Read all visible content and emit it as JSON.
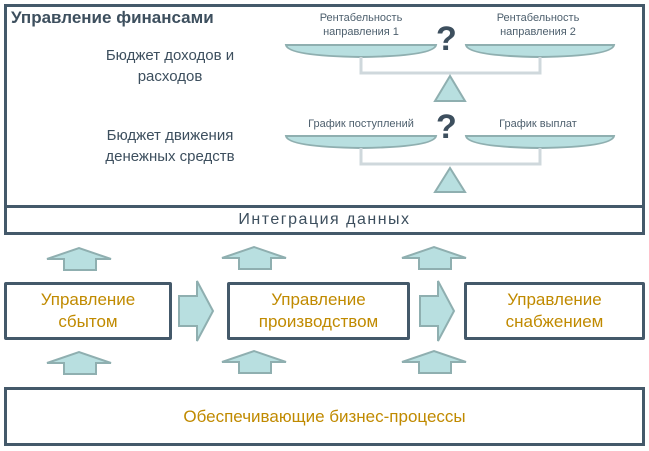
{
  "finance": {
    "title": "Управление финансами",
    "budgets": [
      {
        "line1": "Бюджет доходов и",
        "line2": "расходов"
      },
      {
        "line1": "Бюджет движения",
        "line2": "денежных средств"
      }
    ],
    "scales": [
      {
        "left_label_1": "Рентабельность",
        "left_label_2": "направления 1",
        "right_label_1": "Рентабельность",
        "right_label_2": "направления 2",
        "question": "?"
      },
      {
        "left_label_1": "График поступлений",
        "left_label_2": "",
        "right_label_1": "График выплат",
        "right_label_2": "",
        "question": "?"
      }
    ]
  },
  "integration": {
    "label": "Интеграция данных"
  },
  "processes": [
    {
      "line1": "Управление",
      "line2": "сбытом"
    },
    {
      "line1": "Управление",
      "line2": "производством"
    },
    {
      "line1": "Управление",
      "line2": "снабжением"
    }
  ],
  "support": {
    "label": "Обеспечивающие бизнес-процессы"
  },
  "colors": {
    "border": "#44596a",
    "text_dark": "#3d4f5e",
    "accent_text": "#c08a00",
    "arrow_fill": "#b8dfe0",
    "arrow_stroke": "#8fafb0"
  }
}
